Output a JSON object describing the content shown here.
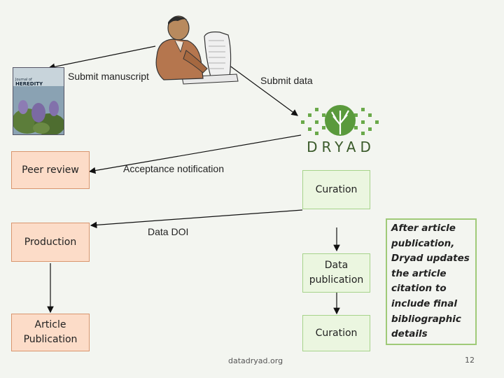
{
  "labels": {
    "submit_manuscript": "Submit manuscript",
    "submit_data": "Submit data",
    "acceptance_notification": "Acceptance notification",
    "data_doi": "Data DOI"
  },
  "journal_cover": {
    "line1": "Journal of",
    "line2": "HEREDITY"
  },
  "dryad_logo": {
    "text": "DRYAD"
  },
  "boxes": {
    "peer_review": "Peer review",
    "production": "Production",
    "article_publication": "Article Publication",
    "curation_top": "Curation",
    "data_publication": "Data publication",
    "curation_bottom": "Curation"
  },
  "note": {
    "text": "After article publication, Dryad updates the article citation to include final bibliographic details"
  },
  "footer": {
    "site": "datadryad.org",
    "page": "12"
  },
  "colors": {
    "peach_fill": "#fcdcc8",
    "peach_border": "#d9956e",
    "green_fill": "#ebf6e0",
    "green_border": "#a6d38a",
    "dryad_green": "#5a9a3c",
    "dryad_text": "#3a5a2a"
  }
}
